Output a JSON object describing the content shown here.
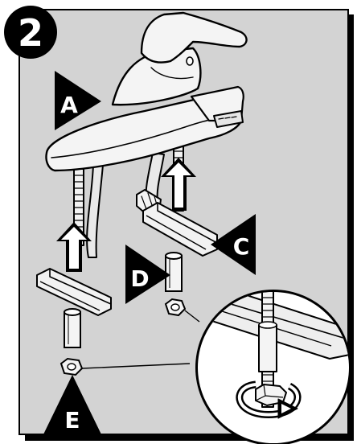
{
  "step": {
    "number": "2"
  },
  "labels": {
    "a": "A",
    "c": "C",
    "d": "D",
    "e": "E"
  },
  "colors": {
    "panel": "#d3d3d3",
    "ink": "#000000",
    "paper": "#ffffff"
  }
}
